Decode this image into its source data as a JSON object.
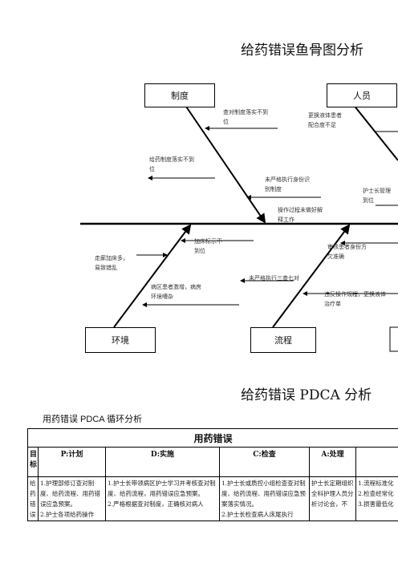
{
  "titles": {
    "fishbone": "给药错误鱼骨图分析",
    "pdca": "给药错误 PDCA 分析",
    "pdca_sub": "用药错误 PDCA 循环分析"
  },
  "categories": {
    "zhidu": "制度",
    "renyuan": "人员",
    "huanjing": "环境",
    "liucheng": "流程"
  },
  "causes": {
    "c1": "查对制度落实不到\n位",
    "c2": "更换液体患者\n配合度不足",
    "c3": "给药制度落实不到\n位",
    "c4": "未严格执行身份识\n别制度",
    "c5": "护士长管理\n到位",
    "c6": "操作过程未做好解\n释工作",
    "c7": "加床标示不\n到位",
    "c8": "走廊加床多，\n易致错乱",
    "c9": "审核患者身份方\n欠准确",
    "c10": "未严格执行三查七对",
    "c11": "病区患者激增，病房\n环境嘈杂",
    "c12": "违反操作规程，更换液体\n治疗单"
  },
  "table": {
    "title": "用药错误",
    "headers": [
      "目标",
      "P:计划",
      "D:实施",
      "C:检查",
      "A:处理",
      ""
    ],
    "row": [
      "给药错误",
      "1.护理部修订查对制度、给药流程、用药错误应急预案。\n2.护士各项给药操作",
      "1.护士长带领病区护士学习并考核查对制度、给药流程，用药错误应急预案。\n2.严格根据查对制度，正确核对病人",
      "1.护士长或质控小组检查查对制度、给药流程、用药错误应急预案落实情况。\n2.护士长检查病人床尾执行",
      "护士长定期组织全科护理人员分析讨论会，不",
      "1.流程标准化\n2.检查经常化\n3.损害最低化"
    ]
  }
}
